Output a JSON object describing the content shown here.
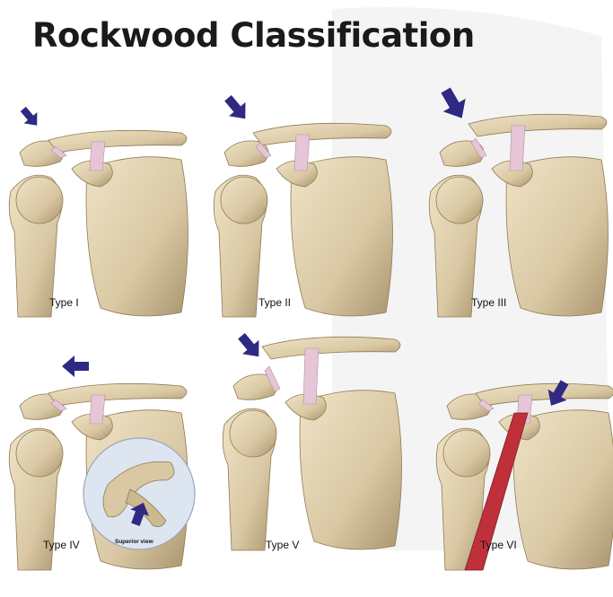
{
  "title": "Rockwood Classification",
  "panels": [
    {
      "label": "Type I"
    },
    {
      "label": "Type II"
    },
    {
      "label": "Type III"
    },
    {
      "label": "Type IV",
      "inset_label": "Superior view"
    },
    {
      "label": "Type V"
    },
    {
      "label": "Type VI"
    }
  ],
  "colors": {
    "bone": "#d9c8a3",
    "bone_shadow": "#a99570",
    "ligament": "#e6c6d6",
    "arrow": "#2e2a84",
    "muscle": "#c0303a"
  }
}
